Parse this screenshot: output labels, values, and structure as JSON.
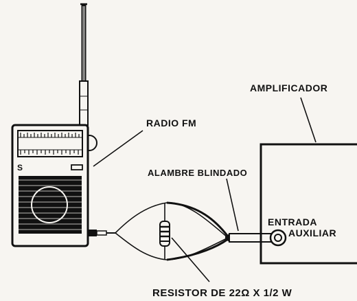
{
  "labels": {
    "radio": "RADIO FM",
    "amplifier": "AMPLIFICADOR",
    "shielded_wire": "ALAMBRE BLINDADO",
    "aux_input_line1": "ENTRADA",
    "aux_input_line2": "AUXILIAR",
    "resistor": "RESISTOR DE 22Ω X 1/2 W",
    "radio_badge": "S"
  },
  "colors": {
    "ink": "#111111",
    "paper": "#f7f5f1"
  }
}
